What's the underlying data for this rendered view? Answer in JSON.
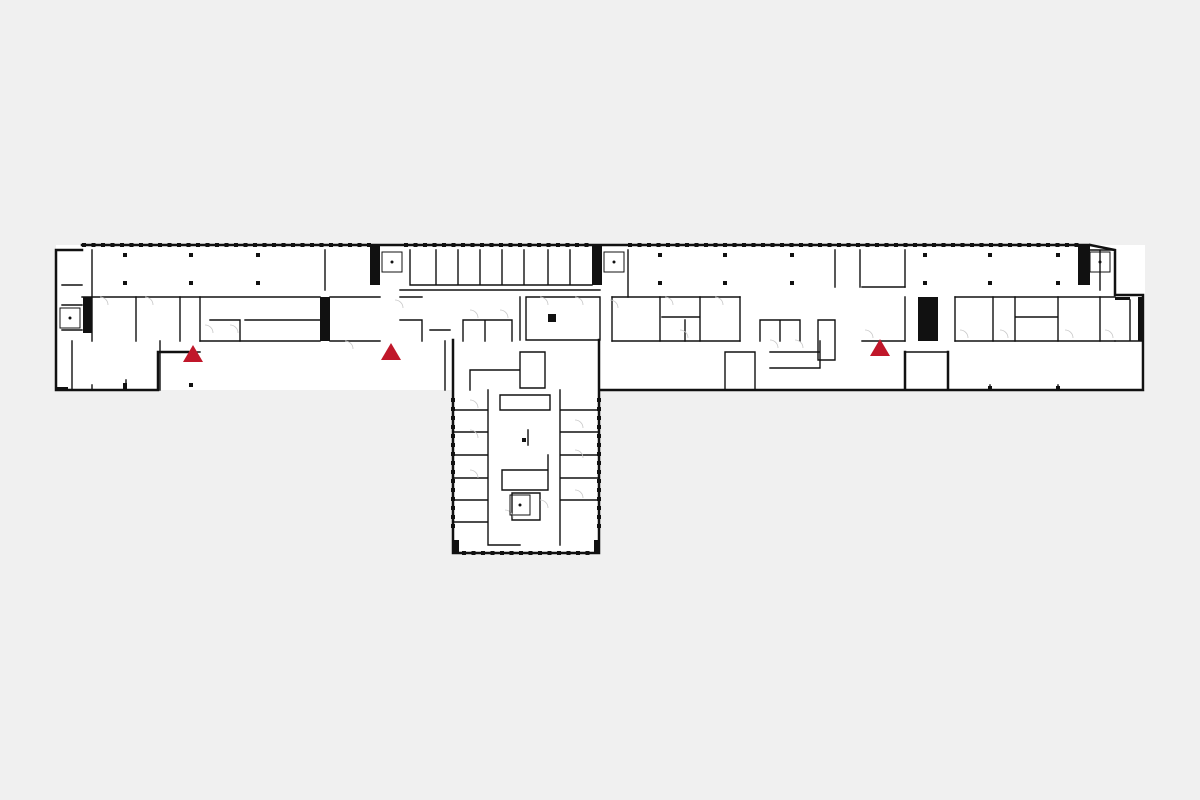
{
  "plan": {
    "background": "#f0f0f0",
    "floor_color": "#ffffff",
    "wall_color": "#111111",
    "door_color": "#c8c8c8",
    "marker_color": "#c0172a",
    "entrance_markers": [
      {
        "name": "entrance-marker-west"
      },
      {
        "name": "entrance-marker-center"
      },
      {
        "name": "entrance-marker-east"
      }
    ],
    "floor_levels": [
      {
        "name": "upper-level"
      },
      {
        "name": "lower-level"
      },
      {
        "name": "south-wing"
      }
    ],
    "icons": {
      "entrance": "triangle-up",
      "stair": "square-with-dot",
      "column": "filled-square"
    }
  }
}
